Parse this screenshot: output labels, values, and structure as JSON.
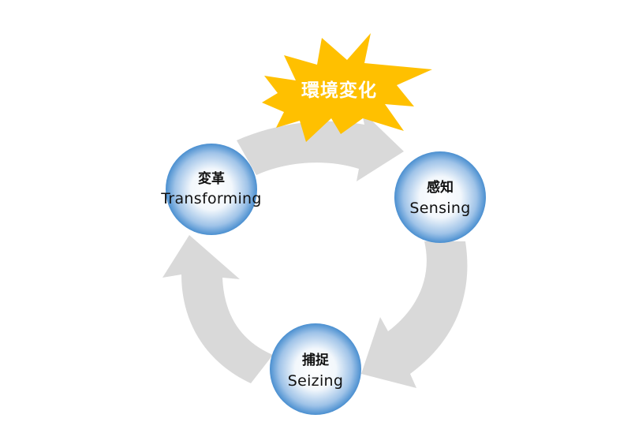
{
  "event": {
    "label": "環境変化",
    "color": "#ffc000",
    "text_color": "#ffffff"
  },
  "nodes": [
    {
      "id": "transforming",
      "label_jp": "変革",
      "label_en": "Transforming"
    },
    {
      "id": "sensing",
      "label_jp": "感知",
      "label_en": "Sensing"
    },
    {
      "id": "seizing",
      "label_jp": "捕捉",
      "label_en": "Seizing"
    }
  ],
  "colors": {
    "arrow": "#d9d9d9",
    "node_center": "#ffffff",
    "node_edge": "#4a8fd0",
    "text": "#111111"
  }
}
